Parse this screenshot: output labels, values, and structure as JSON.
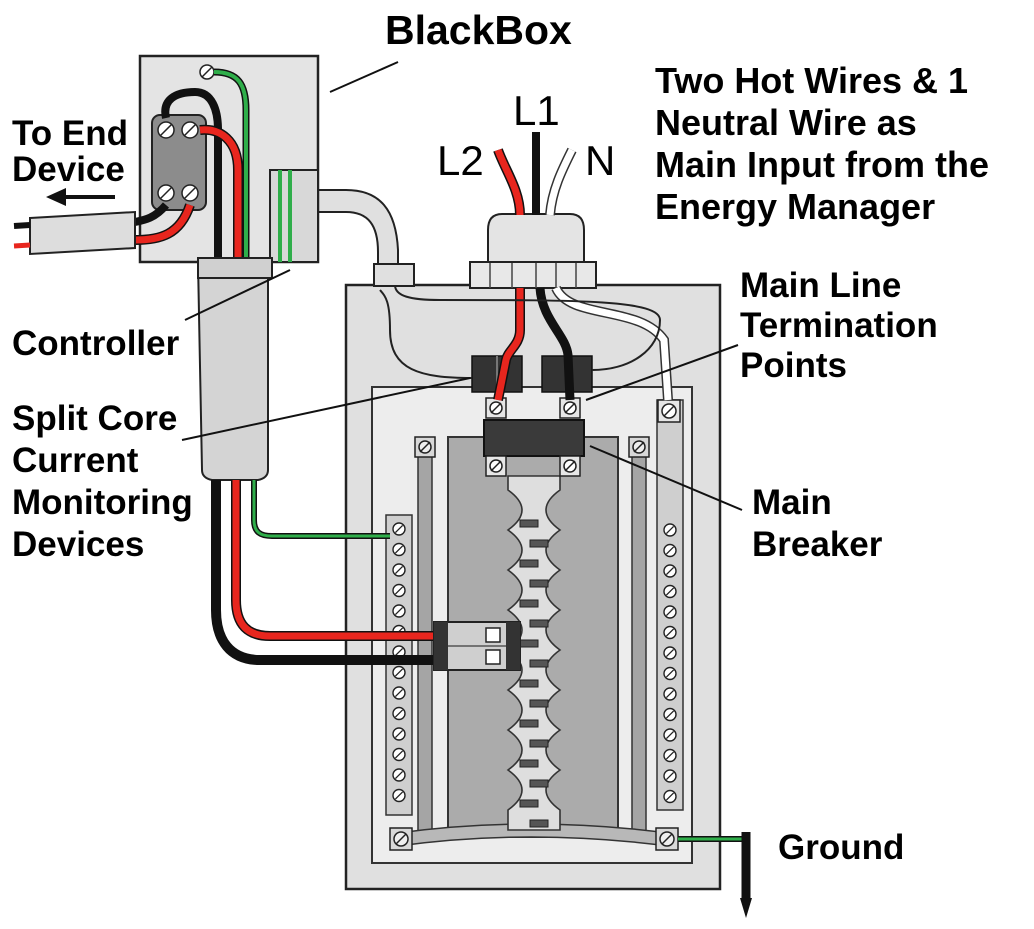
{
  "labels": {
    "title": "BlackBox",
    "input_note": [
      "Two Hot Wires & 1",
      "Neutral Wire as",
      "Main Input from the",
      "Energy Manager"
    ],
    "to_end_device": [
      "To End",
      "Device"
    ],
    "controller": "Controller",
    "split_core": [
      "Split Core",
      "Current",
      "Monitoring",
      "Devices"
    ],
    "main_line": [
      "Main Line",
      "Termination",
      "Points"
    ],
    "main_breaker": [
      "Main",
      "Breaker"
    ],
    "ground": "Ground",
    "l1": "L1",
    "l2": "L2",
    "n": "N"
  },
  "colors": {
    "hot_red": "#e8261e",
    "hot_black": "#111111",
    "neutral_white": "#ffffff",
    "ground_green": "#2fae4a",
    "panel_gray": "#dcdcdc",
    "bus_gray": "#a9a9a9"
  }
}
